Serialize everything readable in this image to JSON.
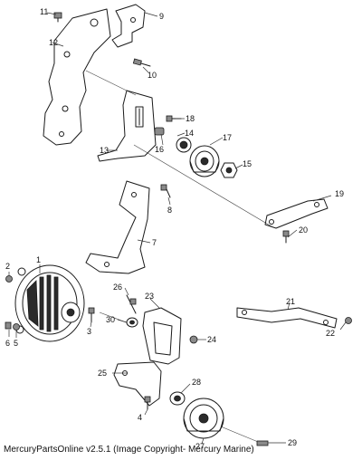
{
  "callouts": {
    "c1": "1",
    "c2": "2",
    "c3": "3",
    "c4": "4",
    "c5": "5",
    "c6": "6",
    "c7": "7",
    "c8": "8",
    "c9": "9",
    "c10": "10",
    "c11": "11",
    "c12": "12",
    "c13": "13",
    "c14": "14",
    "c15": "15",
    "c16": "16",
    "c17": "17",
    "c18": "18",
    "c19": "19",
    "c20": "20",
    "c21": "21",
    "c22": "22",
    "c23": "23",
    "c24": "24",
    "c25": "25",
    "c26": "26",
    "c27": "27",
    "c28": "28",
    "c29": "29",
    "c30": "30"
  },
  "caption": "MercuryPartsOnline v2.5.1 (Image Copyright- Mercury Marine)"
}
